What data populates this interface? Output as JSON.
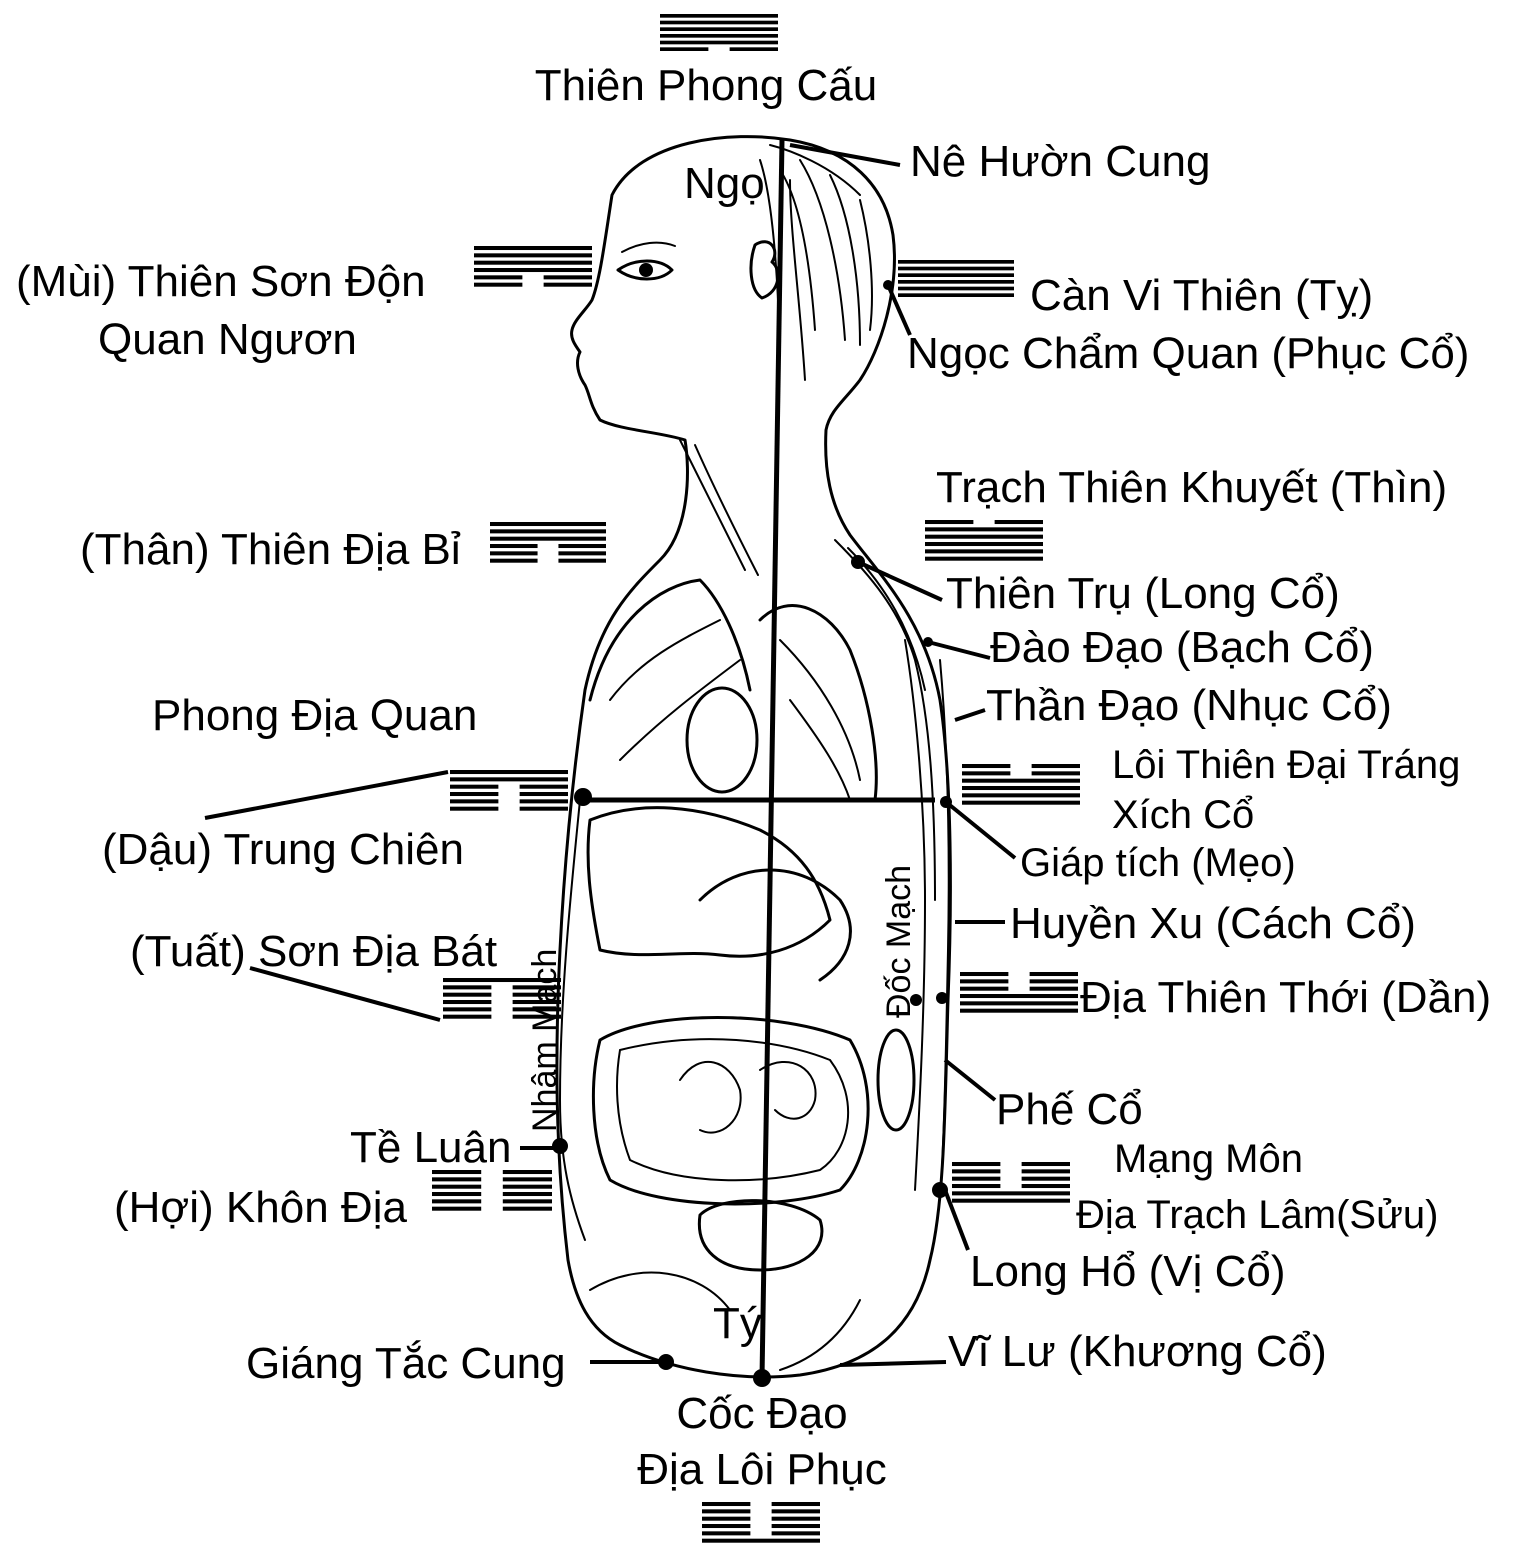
{
  "labels": {
    "top_hexagram": "Thiên Phong Cấu",
    "ngo": "Ngọ",
    "ne_huon_cung": "Nê Hườn Cung",
    "mui": "(Mùi) Thiên Sơn Độn",
    "quan_nguon": "Quan Ngươn",
    "can_vi_thien": "Càn Vi Thiên (Tỵ)",
    "ngoc_cham_quan": "Ngọc Chẩm Quan (Phục Cổ)",
    "trach_thien_khuyet": "Trạch Thiên Khuyết (Thìn)",
    "than": "(Thân) Thiên Địa Bỉ",
    "thien_tru": "Thiên Trụ (Long Cổ)",
    "dao_dao": "Đào Đạo (Bạch Cổ)",
    "phong_dia_quan": "Phong Địa Quan",
    "than_dao": "Thần Đạo (Nhục Cổ)",
    "loi_thien_dai_trang": "Lôi Thiên Đại Tráng",
    "xich_co": "Xích Cổ",
    "dau": "(Dậu) Trung Chiên",
    "giap_tich": "Giáp tích (Mẹo)",
    "huyen_xu": "Huyền Xu (Cách Cổ)",
    "tuat": "(Tuất) Sơn Địa Bát",
    "dia_thien_thoi": "Địa Thiên Thới (Dần)",
    "nham_mach": "Nhâm Mạch",
    "doc_mach": "Đốc Mạch",
    "phe_co": "Phế Cổ",
    "te_luan": "Tề Luân",
    "mang_mon": "Mạng Môn",
    "hoi": "(Hợi) Khôn Địa",
    "dia_trach_lam": "Địa Trạch Lâm(Sửu)",
    "long_ho": "Long Hổ (Vị Cổ)",
    "ty_bottom": "Tý",
    "giang_tac_cung": "Giáng Tắc Cung",
    "vi_lu": "Vĩ Lư (Khương Cổ)",
    "coc_dao": "Cốc Đạo",
    "dia_loi_phuc": "Địa Lôi Phục"
  },
  "hexagrams": {
    "thien_phong_cau": [
      1,
      1,
      1,
      1,
      1,
      0
    ],
    "thien_son_don": [
      1,
      1,
      1,
      1,
      0,
      0
    ],
    "can_vi_thien": [
      1,
      1,
      1,
      1,
      1,
      1
    ],
    "trach_thien_khuyet": [
      0,
      1,
      1,
      1,
      1,
      1
    ],
    "thien_dia_bi": [
      1,
      1,
      1,
      0,
      0,
      0
    ],
    "phong_dia_quan": [
      1,
      1,
      0,
      0,
      0,
      0
    ],
    "loi_thien_dai_trang": [
      0,
      0,
      1,
      1,
      1,
      1
    ],
    "son_dia_bac": [
      1,
      0,
      0,
      0,
      0,
      0
    ],
    "dia_thien_thai": [
      0,
      0,
      0,
      1,
      1,
      1
    ],
    "dia_trach_lam": [
      0,
      0,
      0,
      0,
      1,
      1
    ],
    "khon_dia": [
      0,
      0,
      0,
      0,
      0,
      0
    ],
    "dia_loi_phuc": [
      0,
      0,
      0,
      0,
      0,
      1
    ]
  }
}
